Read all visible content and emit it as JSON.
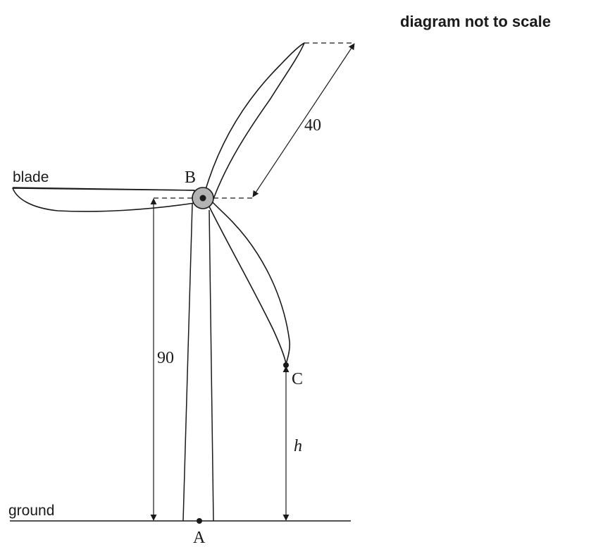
{
  "note": "diagram not to scale",
  "labels": {
    "blade": "blade",
    "ground": "ground",
    "hub_point": "B",
    "base_point": "A",
    "tip_point": "C",
    "blade_length": "40",
    "hub_height": "90",
    "tip_height": "h"
  },
  "colors": {
    "line": "#1a1a1a",
    "hub_fill": "#b3b3b3",
    "background": "#ffffff"
  }
}
